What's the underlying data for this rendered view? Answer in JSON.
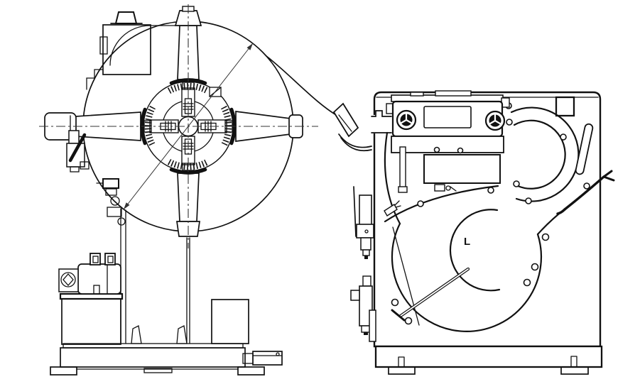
{
  "figure": {
    "kind": "technical-line-drawing",
    "left_view": "decoiler-front-view",
    "right_view": "straightener-side-view"
  },
  "labels": {
    "loop_mark": "L"
  },
  "colors": {
    "line": "#111111",
    "centerline": "#333333",
    "background": "#ffffff"
  }
}
